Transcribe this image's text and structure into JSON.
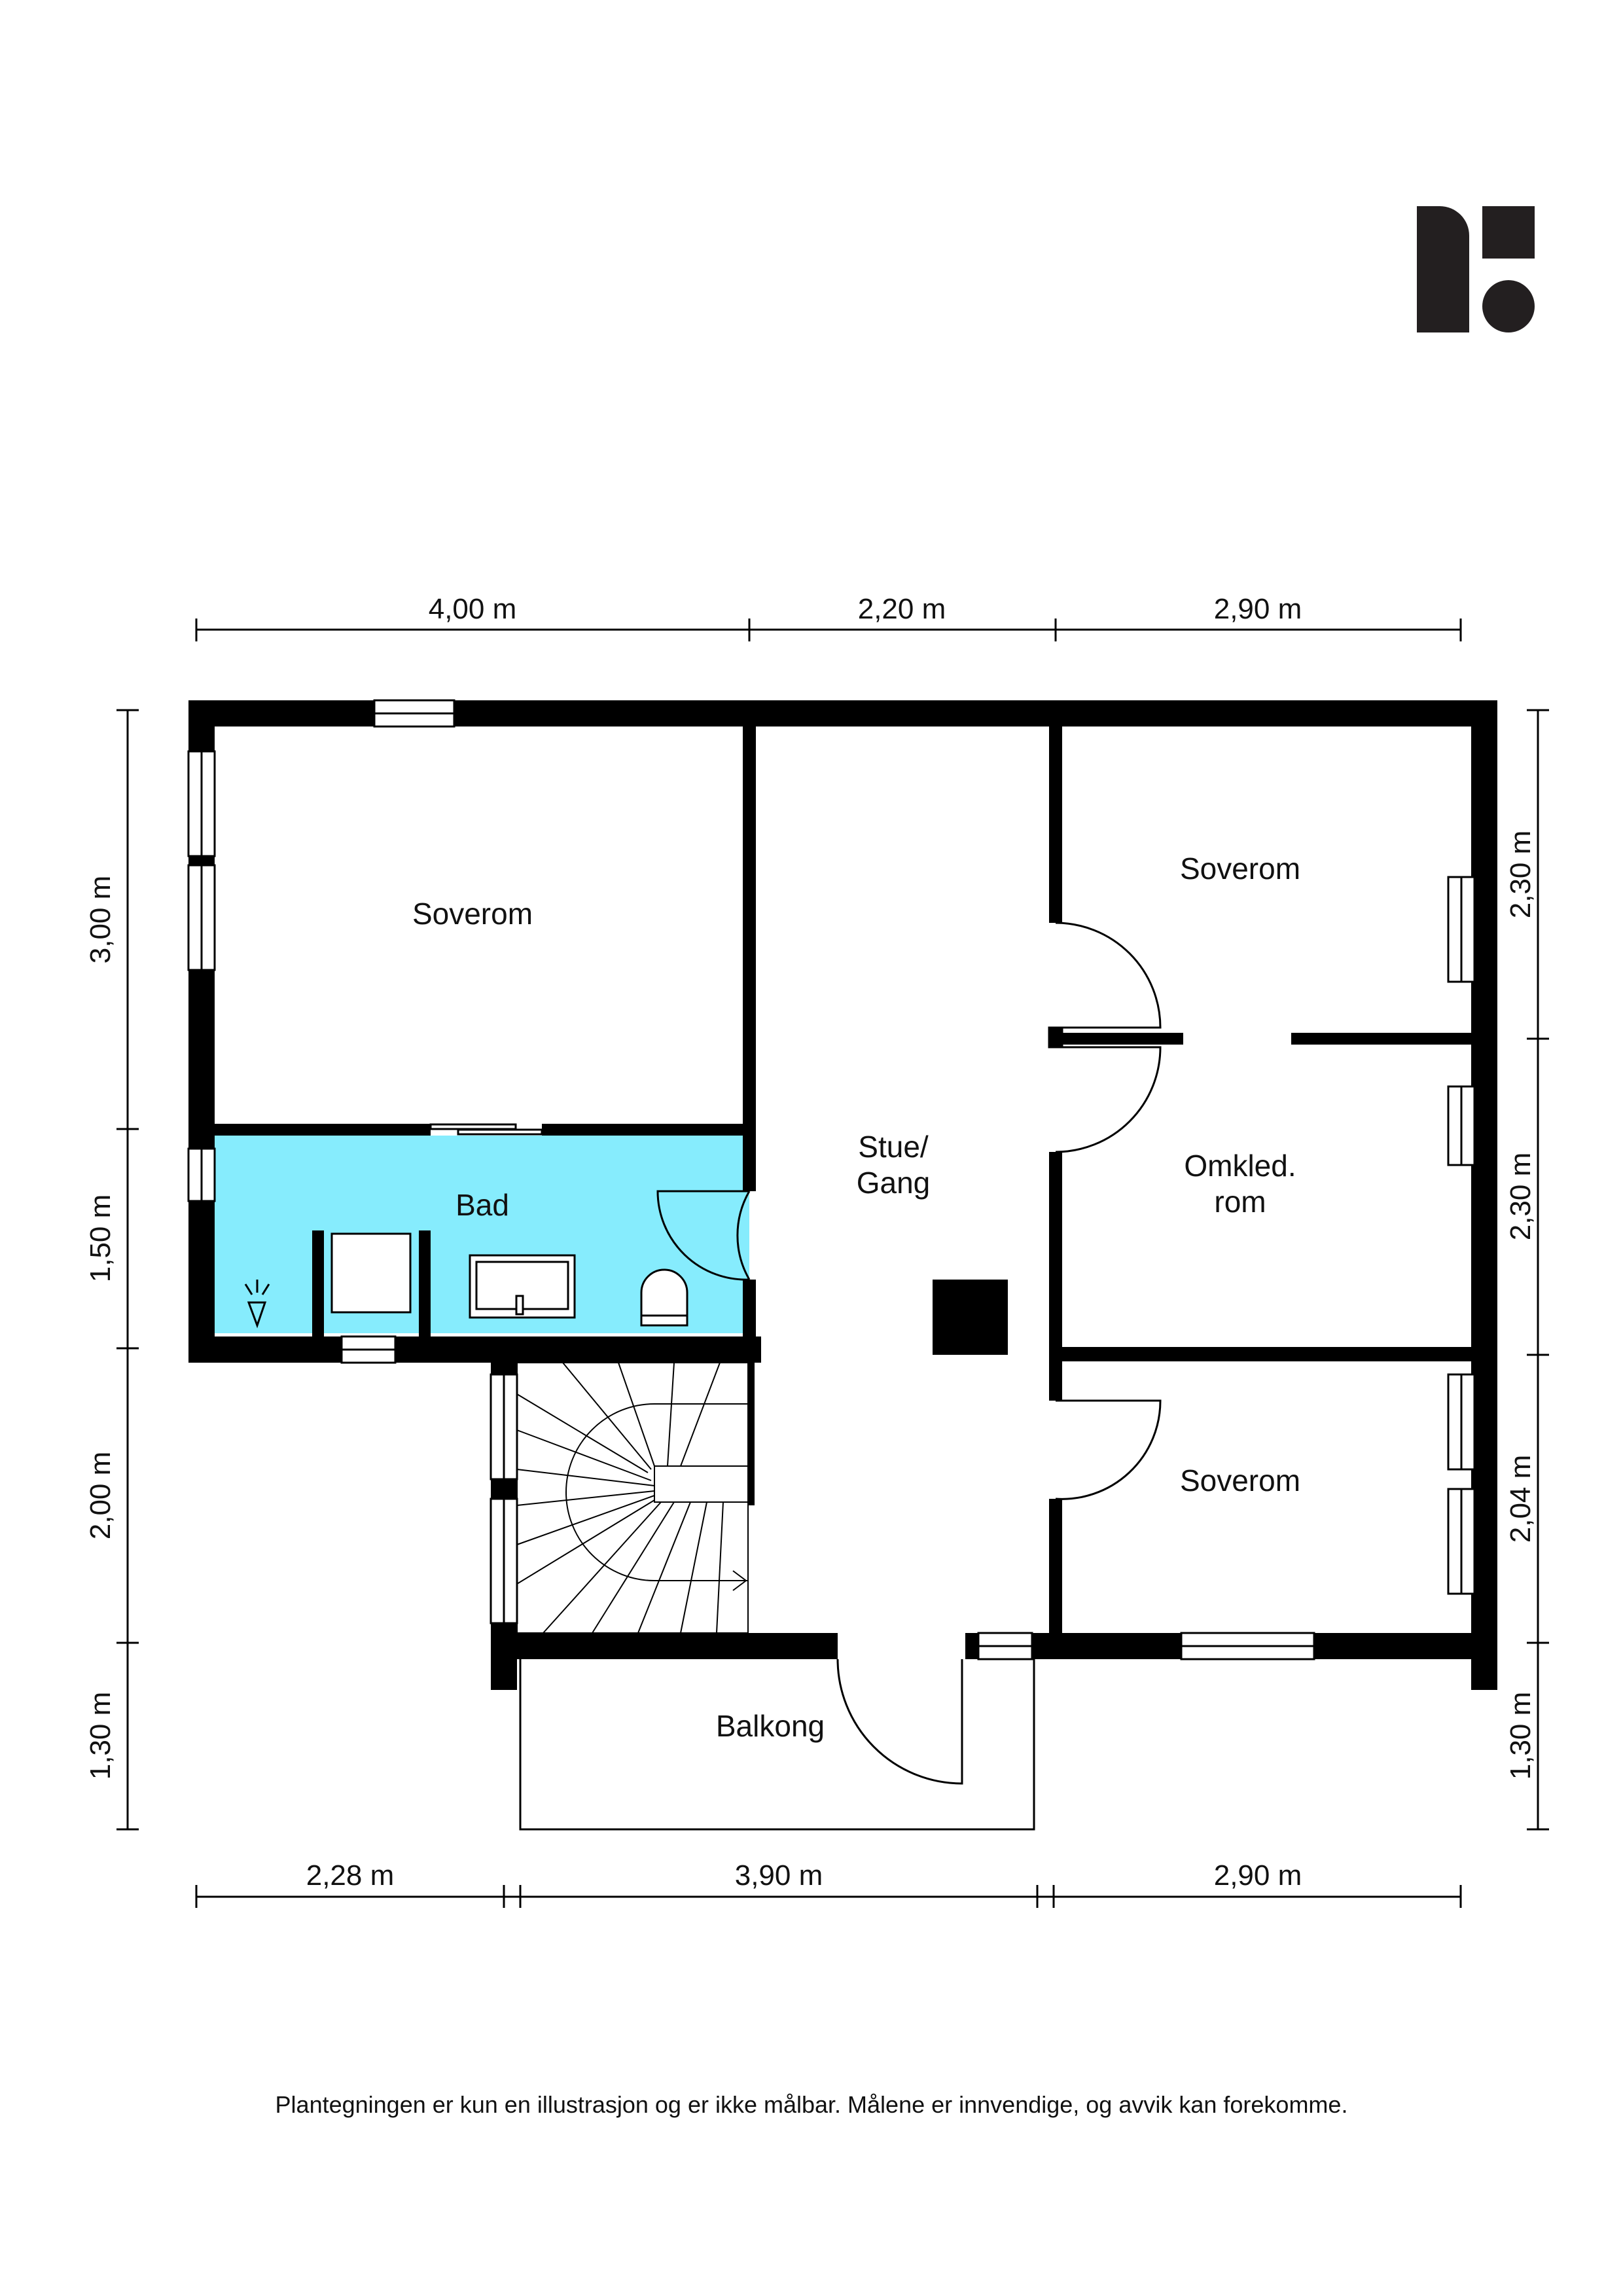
{
  "rooms": {
    "soverom_1": "Soverom",
    "bad": "Bad",
    "stue_line1": "Stue/",
    "stue_line2": "Gang",
    "soverom_2": "Soverom",
    "omkled_line1": "Omkled.",
    "omkled_line2": "rom",
    "soverom_3": "Soverom",
    "balkong": "Balkong"
  },
  "dimensions": {
    "top": [
      "4,00 m",
      "2,20 m",
      "2,90 m"
    ],
    "bottom": [
      "2,28 m",
      "3,90 m",
      "2,90 m"
    ],
    "left": [
      "3,00 m",
      "1,50 m",
      "2,00 m",
      "1,30 m"
    ],
    "right": [
      "2,30 m",
      "2,30 m",
      "2,04 m",
      "1,30 m"
    ]
  },
  "disclaimer": "Plantegningen er kun en illustrasjon og er ikke målbar. Målene er innvendige, og avvik kan forekomme.",
  "colors": {
    "bathroom": "#86ECFD",
    "wall": "#000000",
    "logo": "#231F20"
  }
}
